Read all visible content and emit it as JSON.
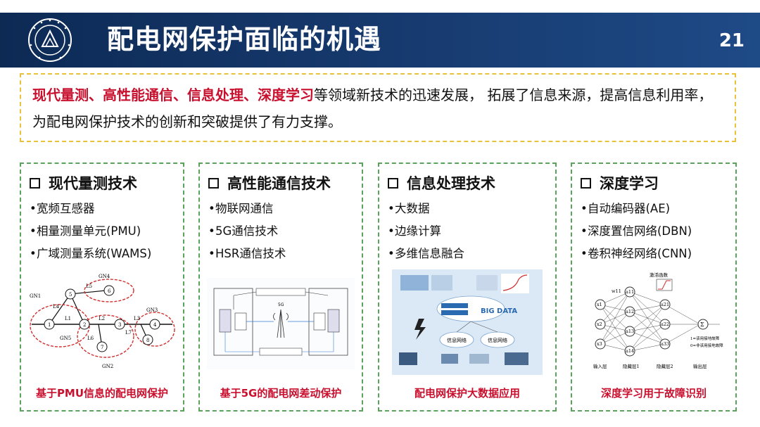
{
  "header": {
    "title": "配电网保护面临的机遇",
    "page_number": "21"
  },
  "intro": {
    "hl1": "现代量测",
    "sep1": "、",
    "hl2": "高性能通信",
    "sep2": "、",
    "hl3": "信息处理",
    "sep3": "、",
    "hl4": "深度学习",
    "rest": "等领域新技术的迅速发展， 拓展了信息来源，提高信息利用率，为配电网保护技术的创新和突破提供了有力支撑。"
  },
  "cards": [
    {
      "title": "现代量测技术",
      "items": [
        "宽频互感器",
        "相量测量单元(PMU)",
        "广域测量系统(WAMS)"
      ],
      "caption": "基于PMU信息的配电网保护",
      "figure_labels": [
        "GN1",
        "GN2",
        "GN3",
        "GN4",
        "GN5",
        "L1",
        "L2",
        "L3",
        "L4",
        "L5",
        "L6",
        "L7",
        "1",
        "2",
        "3",
        "4",
        "5",
        "6",
        "7",
        "8"
      ]
    },
    {
      "title": "高性能通信技术",
      "items": [
        "物联网通信",
        "5G通信技术",
        "HSR通信技术"
      ],
      "caption": "基于5G的配电网差动保护",
      "figure_labels": [
        "5G"
      ]
    },
    {
      "title": "信息处理技术",
      "items": [
        "大数据",
        "边缘计算",
        "多维信息融合"
      ],
      "caption": "配电网保护大数据应用",
      "figure_labels": [
        "BIG DATA",
        "信息网络",
        "信息网络"
      ]
    },
    {
      "title": "深度学习",
      "items": [
        "自动编码器(AE)",
        "深度置信网络(DBN)",
        "卷积神经网络(CNN)"
      ],
      "caption": "深度学习用于故障识别",
      "figure_labels": [
        "激活函数",
        "w11",
        "x1",
        "x2",
        "x3",
        "a11",
        "a12",
        "a13",
        "a14",
        "a21",
        "a22",
        "a33",
        "Σ",
        "输入层",
        "隐藏层1",
        "隐藏层2",
        "输出层",
        "1=该用接地故障",
        "0=非该用接地故障"
      ]
    }
  ]
}
